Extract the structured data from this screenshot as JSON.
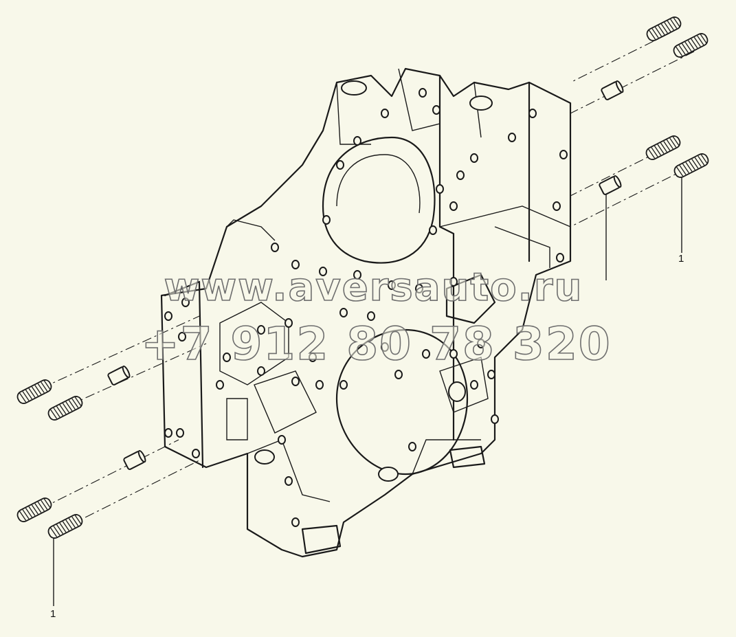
{
  "diagram": {
    "callouts": [
      {
        "id": "callout-right",
        "text": "1"
      },
      {
        "id": "callout-left",
        "text": "1"
      }
    ]
  },
  "watermark": {
    "line1": "www.aversauto.ru",
    "line2": "+7 912 80 78 320"
  },
  "colors": {
    "background": "#f8f8ea",
    "line": "#1a1a1a",
    "watermark_outline": "#6e6e6e"
  }
}
